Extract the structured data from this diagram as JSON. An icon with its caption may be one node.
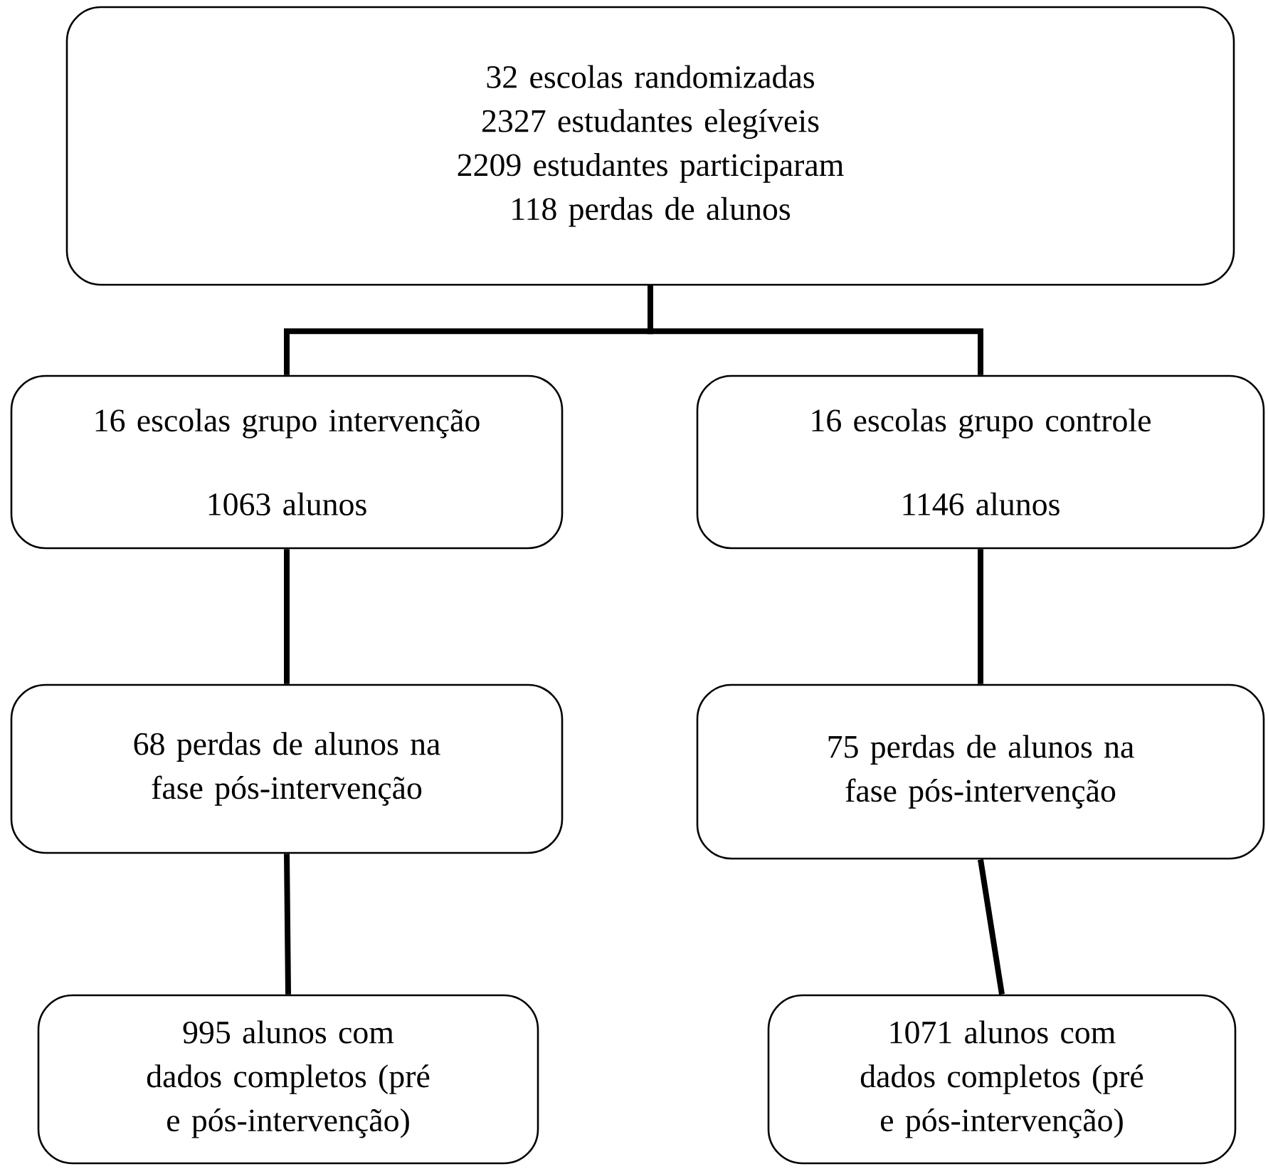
{
  "diagram": {
    "nodes": [
      {
        "text": [
          "32 escolas randomizadas",
          "2327 estudantes elegíveis",
          "2209 estudantes participaram",
          "118 perdas de alunos"
        ]
      },
      {
        "text": [
          "16 escolas grupo intervenção",
          "1063 alunos"
        ]
      },
      {
        "text": [
          "16 escolas grupo controle",
          "1146 alunos"
        ]
      },
      {
        "text": [
          "68 perdas de alunos na fase pós-intervenção"
        ]
      },
      {
        "text": [
          "75 perdas de alunos na fase pós-intervenção"
        ]
      },
      {
        "text": [
          "995 alunos com dados completos (pré e pós-intervenção)"
        ]
      },
      {
        "text": [
          "1071 alunos com dados completos (pré e pós-intervenção)"
        ]
      }
    ],
    "edges": [
      {
        "from": 0,
        "to": 1,
        "arrow": "none"
      },
      {
        "from": 0,
        "to": 2,
        "arrow": "none"
      },
      {
        "from": 1,
        "to": 3,
        "arrow": "none"
      },
      {
        "from": 3,
        "to": 5,
        "arrow": "none"
      },
      {
        "from": 2,
        "to": 4,
        "arrow": "none"
      },
      {
        "from": 4,
        "to": 6,
        "arrow": "none"
      }
    ]
  }
}
